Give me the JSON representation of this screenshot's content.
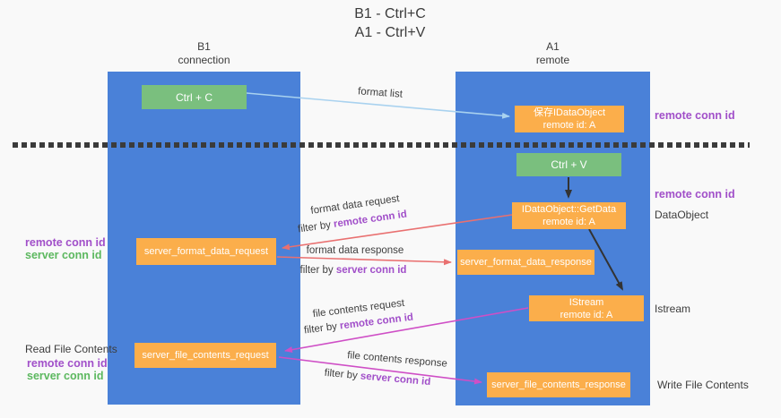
{
  "title": {
    "line1": "B1 - Ctrl+C",
    "line2": "A1 - Ctrl+V"
  },
  "lanes": {
    "left": {
      "name": "B1",
      "role": "connection"
    },
    "right": {
      "name": "A1",
      "role": "remote"
    }
  },
  "nodes": {
    "ctrl_c": {
      "label": "Ctrl + C"
    },
    "ctrl_v": {
      "label": "Ctrl + V"
    },
    "save_dataobject": {
      "line1": "保存IDataObject",
      "line2": "remote id: A"
    },
    "getdata": {
      "line1": "IDataObject::GetData",
      "line2": "remote id: A"
    },
    "istream": {
      "line1": "IStream",
      "line2": "remote id: A"
    },
    "format_request": {
      "label": "server_format_data_request"
    },
    "format_response": {
      "label": "server_format_data_response"
    },
    "file_request": {
      "label": "server_file_contents_request"
    },
    "file_response": {
      "label": "server_file_contents_response"
    }
  },
  "edges": {
    "format_list": {
      "label": "format list"
    },
    "format_data_request": {
      "label": "format data request",
      "filter_prefix": "filter by ",
      "filter_value": "remote conn id"
    },
    "format_data_response": {
      "label": "format data response",
      "filter_prefix": "filter by ",
      "filter_value": "server conn id"
    },
    "file_contents_request": {
      "label": "file contents request",
      "filter_prefix": "filter by ",
      "filter_value": "remote conn id"
    },
    "file_contents_response": {
      "label": "file contents response",
      "filter_prefix": "filter by ",
      "filter_value": "server conn id"
    }
  },
  "annotations": {
    "remote_conn_id_top": "remote conn id",
    "remote_conn_id_mid": "remote conn id",
    "dataobject": "DataObject",
    "istream": "Istream",
    "mid_left": {
      "remote": "remote conn id",
      "server": "server conn id"
    },
    "read_file_contents": "Read File Contents",
    "bottom_left": {
      "remote": "remote conn id",
      "server": "server conn id"
    },
    "write_file_contents": "Write File Contents"
  },
  "colors": {
    "lane_blue": "#4a81d8",
    "node_green": "#7abf7e",
    "node_orange": "#fbae4b",
    "arrow_light_blue": "#a9d2ef",
    "arrow_red": "#e97070",
    "arrow_magenta": "#cf4fc6",
    "arrow_black": "#333333",
    "text_purple": "#a14fc9",
    "text_green": "#5cb85f",
    "text_dark": "#3c3c3c",
    "dashed_line": "#3b3b3b",
    "background": "#f9f9f9"
  }
}
